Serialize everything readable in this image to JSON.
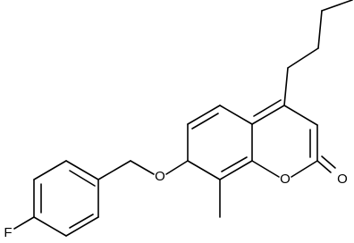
{
  "molecule": {
    "atoms": {
      "oxygen_ether": "O",
      "oxygen_ring": "O",
      "oxygen_carbonyl": "O",
      "fluorine": "F"
    }
  },
  "colors": {
    "bond": "#000000",
    "background": "#ffffff"
  }
}
